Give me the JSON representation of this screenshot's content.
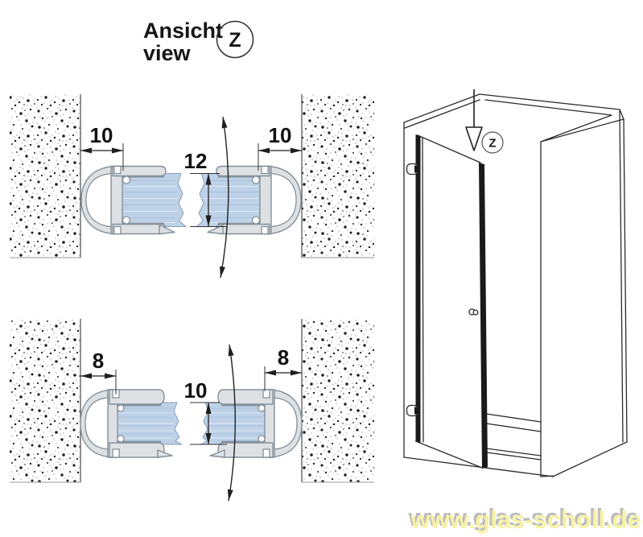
{
  "colors": {
    "glass-fill": "#bdd1e7",
    "glass-edge": "#8ba0b8",
    "profile-fill": "#dde1e3",
    "profile-edge": "#85909a",
    "drawing-line": "#2b2b2b",
    "dim-line": "#1f1f1f",
    "watermark-fill": "#f7f2a5",
    "watermark-shadow": "#bdbdbd"
  },
  "header": {
    "view_label_line1": "Ansicht",
    "view_label_line2": "view",
    "detail_marker": "Z"
  },
  "cross_sections": {
    "top": {
      "wall_gap_left_mm": "10",
      "glass_thickness_mm": "12",
      "wall_gap_right_mm": "10"
    },
    "bottom": {
      "wall_gap_left_mm": "8",
      "glass_thickness_mm": "10",
      "wall_gap_right_mm": "8"
    }
  },
  "isometric_view": {
    "detail_marker": "Z"
  },
  "watermark": {
    "text": "www.glas-scholl.de"
  }
}
